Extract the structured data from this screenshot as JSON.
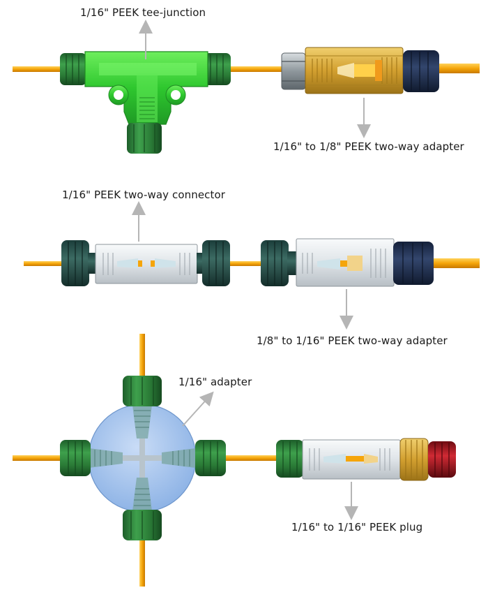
{
  "labels": {
    "tee_junction": "1/16\" PEEK tee-junction",
    "adapter_1_16_to_1_8": "1/16\" to 1/8\" PEEK two-way adapter",
    "two_way_connector": "1/16\" PEEK two-way connector",
    "adapter_1_8_to_1_16": "1/8\" to 1/16\" PEEK two-way adapter",
    "cross_adapter": "1/16\" adapter",
    "plug": "1/16\" to 1/16\" PEEK plug"
  },
  "colors": {
    "tubing": "#f5a50a",
    "green_fitting": "#2e8b3c",
    "green_body": "#35d63a",
    "gold_body": "#d9a834",
    "navy_nut": "#1f2d4a",
    "steel_nut": "#9aa3a8",
    "clear_body": "#e8ecef",
    "blue_disc": "#a8c8f0",
    "red_cap": "#c0202a",
    "arrow": "#b5b5b5"
  }
}
